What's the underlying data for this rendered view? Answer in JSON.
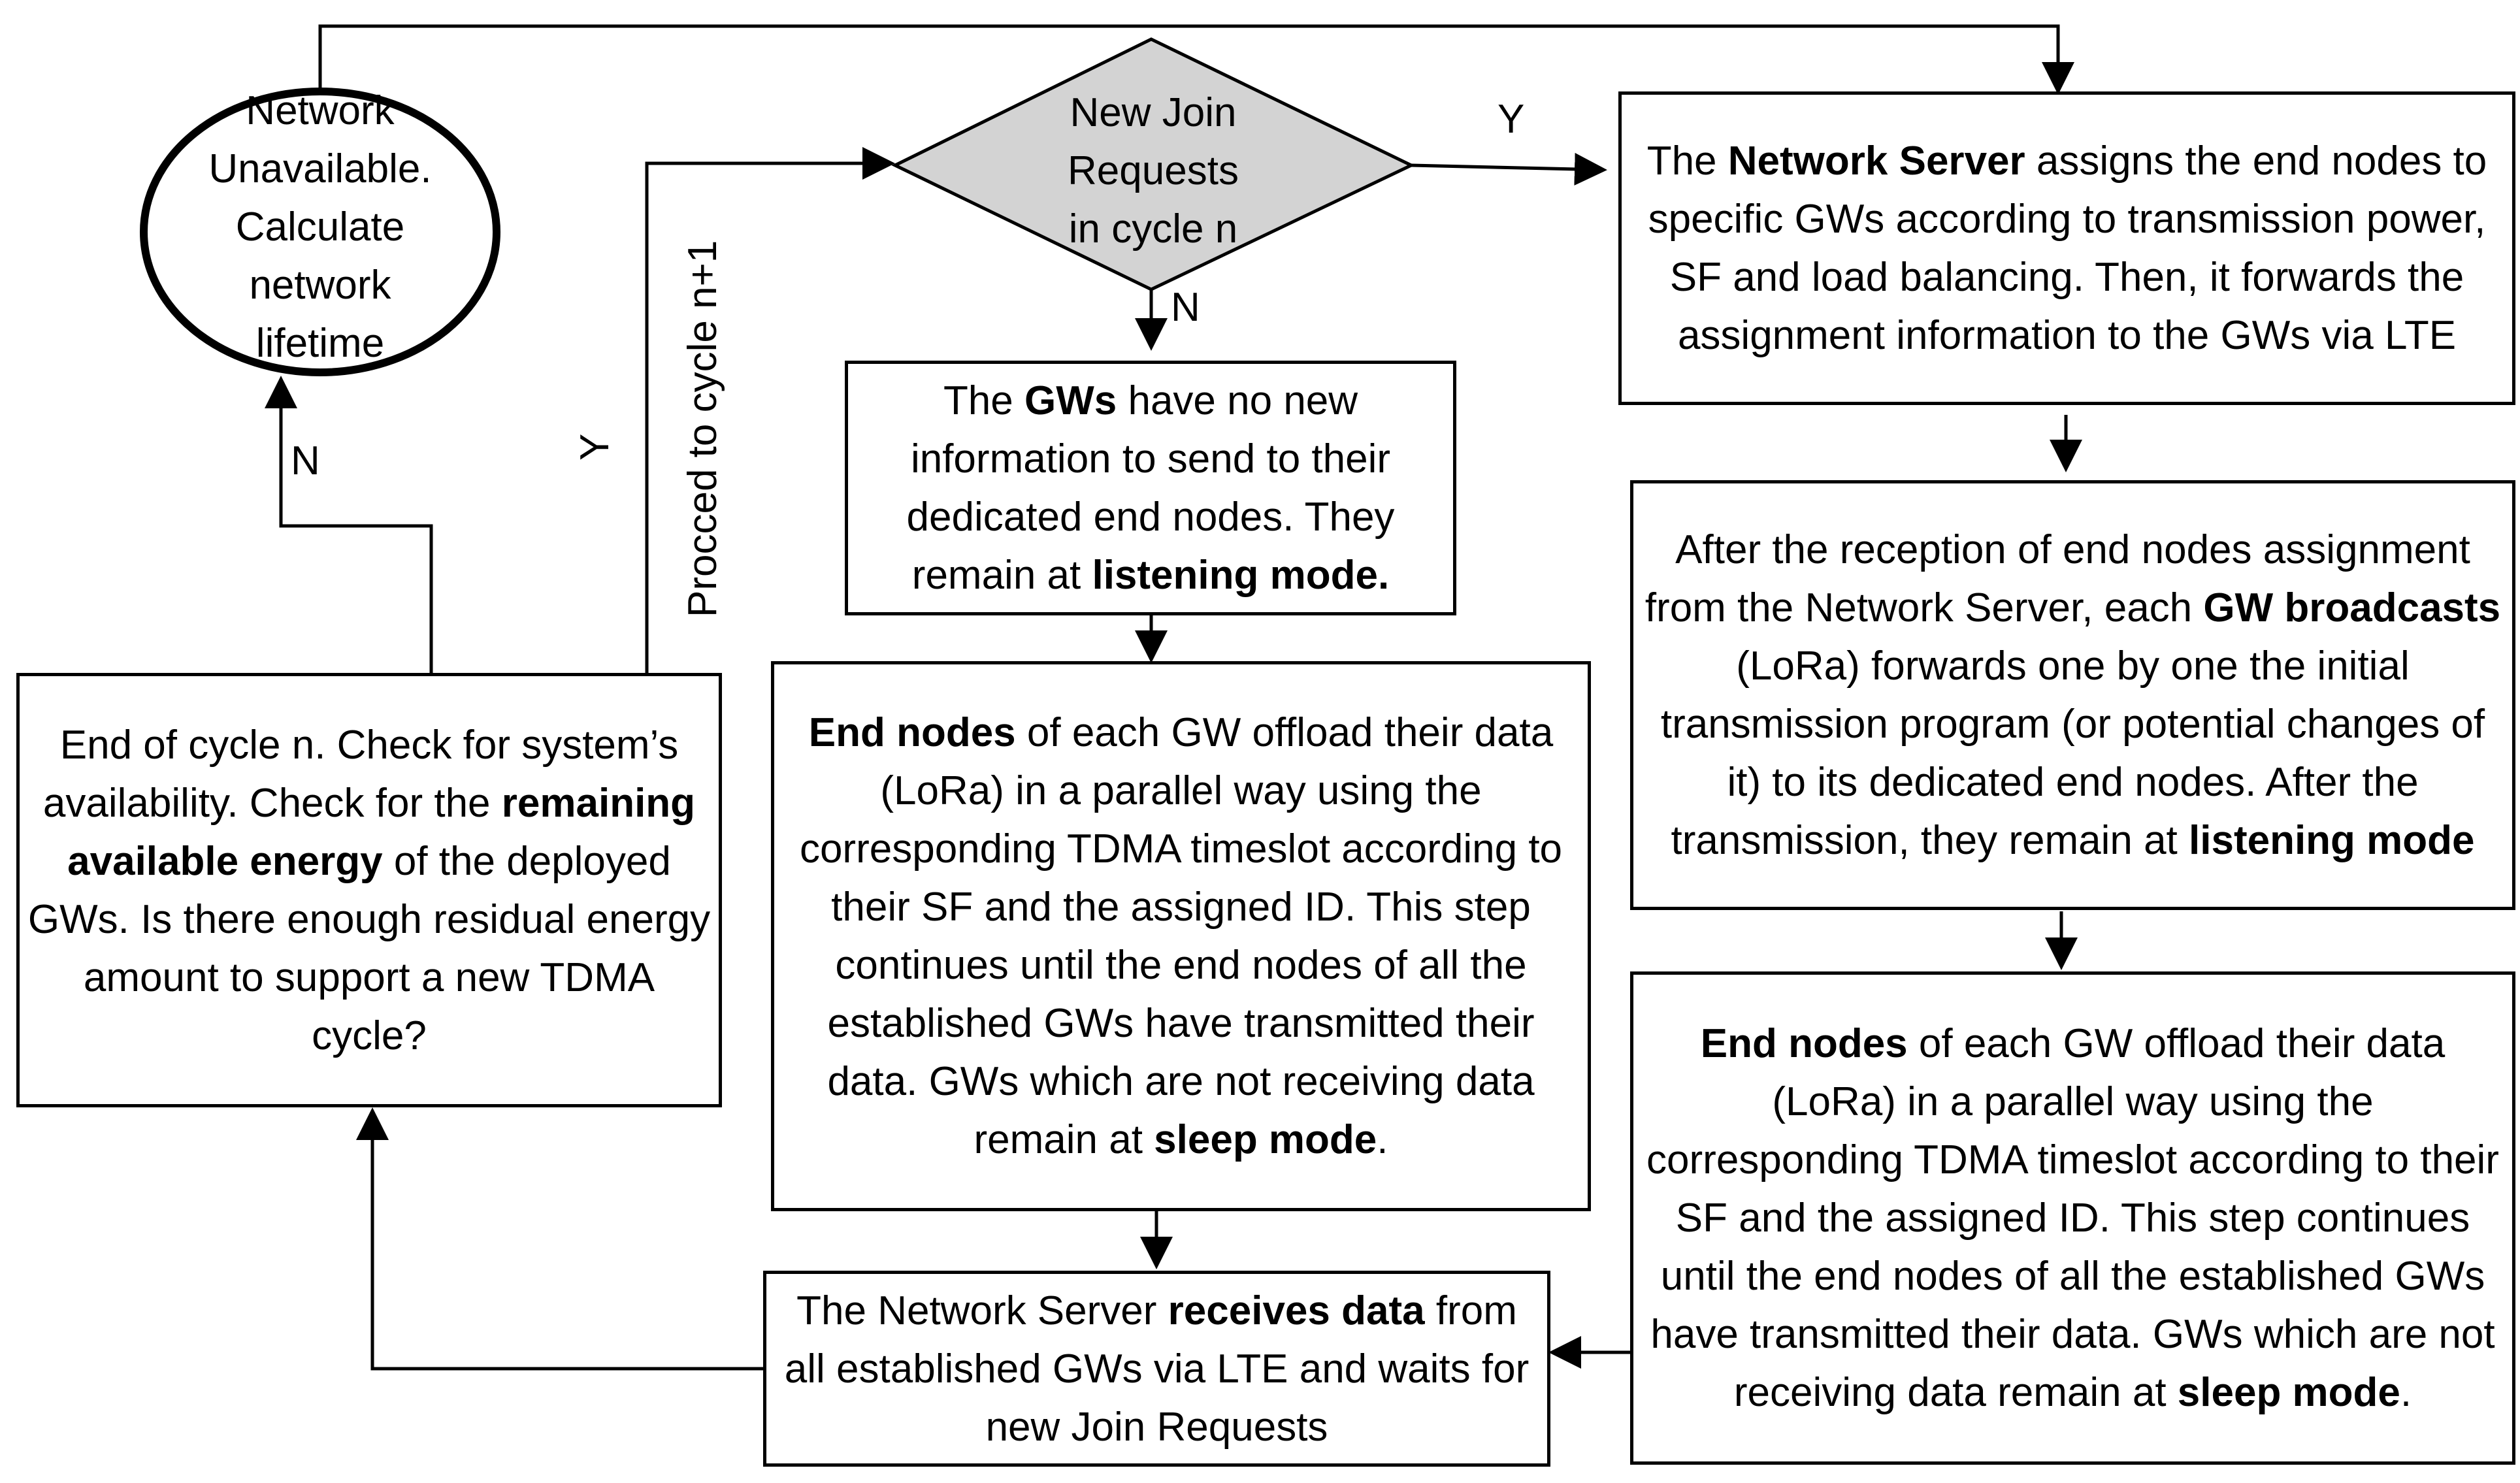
{
  "decision": {
    "lines": [
      "New Join",
      "Requests",
      "in cycle n"
    ],
    "fill": "#d3d3d3"
  },
  "terminal": {
    "lines": [
      "Network",
      "Unavailable.",
      "Calculate",
      "network",
      "lifetime"
    ]
  },
  "box_network_server": {
    "parts": [
      {
        "t": "The ",
        "b": false
      },
      {
        "t": "Network Server",
        "b": true
      },
      {
        "t": " assigns the end nodes to specific GWs according to transmission power, SF and load balancing. Then, it forwards the assignment information to the GWs via LTE",
        "b": false
      }
    ]
  },
  "box_gws_no_info": {
    "parts": [
      {
        "t": "The ",
        "b": false
      },
      {
        "t": "GWs",
        "b": true
      },
      {
        "t": " have no new information to send to their dedicated end nodes. They remain at ",
        "b": false
      },
      {
        "t": "listening mode.",
        "b": true
      }
    ]
  },
  "box_gw_broadcast": {
    "parts": [
      {
        "t": "After the reception of end nodes assignment from the Network Server, each ",
        "b": false
      },
      {
        "t": "GW broadcasts",
        "b": true
      },
      {
        "t": " (LoRa) forwards one by one the initial transmission program (or potential changes of it) to its dedicated end nodes. After the transmission, they remain at ",
        "b": false
      },
      {
        "t": "listening mode",
        "b": true
      }
    ]
  },
  "box_offload_middle": {
    "parts": [
      {
        "t": "End nodes",
        "b": true
      },
      {
        "t": " of each GW offload their data (LoRa) in a parallel way using the corresponding TDMA timeslot according to their SF and the assigned ID. This step continues until the end nodes of all the established GWs have transmitted their data. GWs which are not receiving data remain at ",
        "b": false
      },
      {
        "t": "sleep mode",
        "b": true
      },
      {
        "t": ".",
        "b": false
      }
    ]
  },
  "box_offload_right": {
    "parts": [
      {
        "t": "End nodes",
        "b": true
      },
      {
        "t": " of each GW offload their data (LoRa) in a parallel way using the corresponding TDMA timeslot according to their SF and the assigned ID. This step continues until the end nodes of all the established GWs have transmitted their data.  GWs which are not receiving data remain at ",
        "b": false
      },
      {
        "t": "sleep mode",
        "b": true
      },
      {
        "t": ".",
        "b": false
      }
    ]
  },
  "box_receives_data": {
    "parts": [
      {
        "t": "The Network Server ",
        "b": false
      },
      {
        "t": "receives data",
        "b": true
      },
      {
        "t": " from all established GWs via LTE and waits for new Join Requests",
        "b": false
      }
    ]
  },
  "box_end_cycle": {
    "parts": [
      {
        "t": "End of cycle n. Check for system’s availability. Check for the ",
        "b": false
      },
      {
        "t": "remaining available energy",
        "b": true
      },
      {
        "t": " of the deployed GWs. Is there enough residual energy amount to support a new TDMA cycle?",
        "b": false
      }
    ]
  },
  "labels": {
    "yes_decision": "Y",
    "no_decision": "N",
    "yes_energy": "Y",
    "no_energy": "N",
    "proceed": "Procced to cycle n+1"
  }
}
